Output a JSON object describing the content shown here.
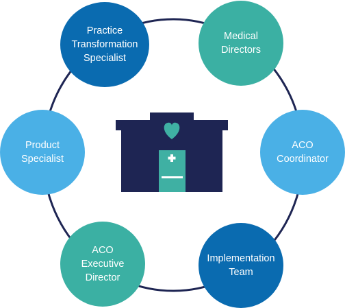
{
  "diagram": {
    "center": {
      "icon": "hospital-building-heart-icon",
      "colors": {
        "building": "#1e2553",
        "accent": "#3fb0a3",
        "cross": "#ffffff"
      }
    },
    "ring_color": "#1e2553",
    "roles": [
      {
        "label": "Practice\nTransformation\nSpecialist",
        "color": "#0a6bb0"
      },
      {
        "label": "Medical\nDirectors",
        "color": "#3bb0a3"
      },
      {
        "label": "ACO\nCoordinator",
        "color": "#4ab0e6"
      },
      {
        "label": "Implementation\nTeam",
        "color": "#0a6bb0"
      },
      {
        "label": "ACO\nExecutive\nDirector",
        "color": "#3bb0a3"
      },
      {
        "label": "Product\nSpecialist",
        "color": "#4ab0e6"
      }
    ]
  }
}
